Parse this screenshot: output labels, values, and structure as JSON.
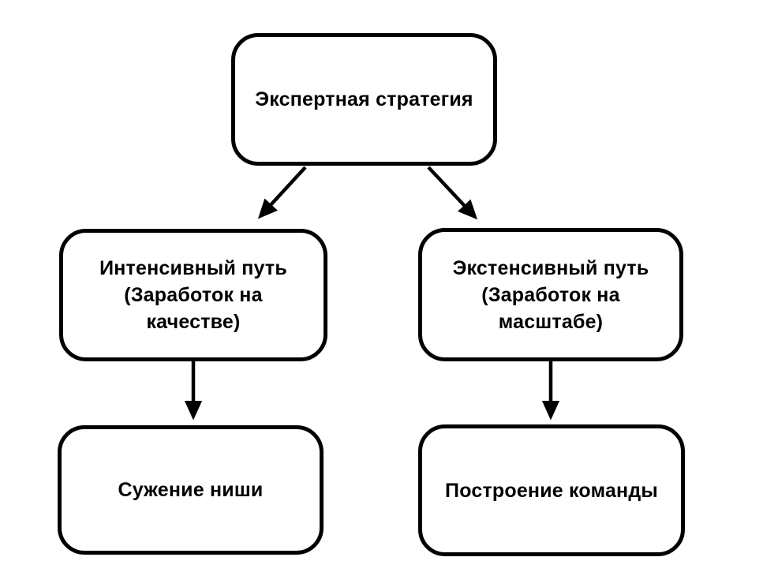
{
  "diagram": {
    "type": "flowchart",
    "colors": {
      "background": "#ffffff",
      "node_fill": "#ffffff",
      "stroke": "#000000",
      "text": "#000000"
    },
    "nodes": {
      "expert_strategy": {
        "lines": [
          "Экспертная стратегия"
        ]
      },
      "intensive_path": {
        "lines": [
          "Интенсивный путь",
          "(Заработок на",
          "качестве)"
        ]
      },
      "extensive_path": {
        "lines": [
          "Экстенсивный путь",
          "(Заработок на",
          "масштабе)"
        ]
      },
      "niche_narrowing": {
        "lines": [
          "Сужение ниши"
        ]
      },
      "team_building": {
        "lines": [
          "Построение команды"
        ]
      }
    },
    "edges": [
      {
        "from": "expert_strategy",
        "to": "intensive_path"
      },
      {
        "from": "expert_strategy",
        "to": "extensive_path"
      },
      {
        "from": "intensive_path",
        "to": "niche_narrowing"
      },
      {
        "from": "extensive_path",
        "to": "team_building"
      }
    ]
  }
}
